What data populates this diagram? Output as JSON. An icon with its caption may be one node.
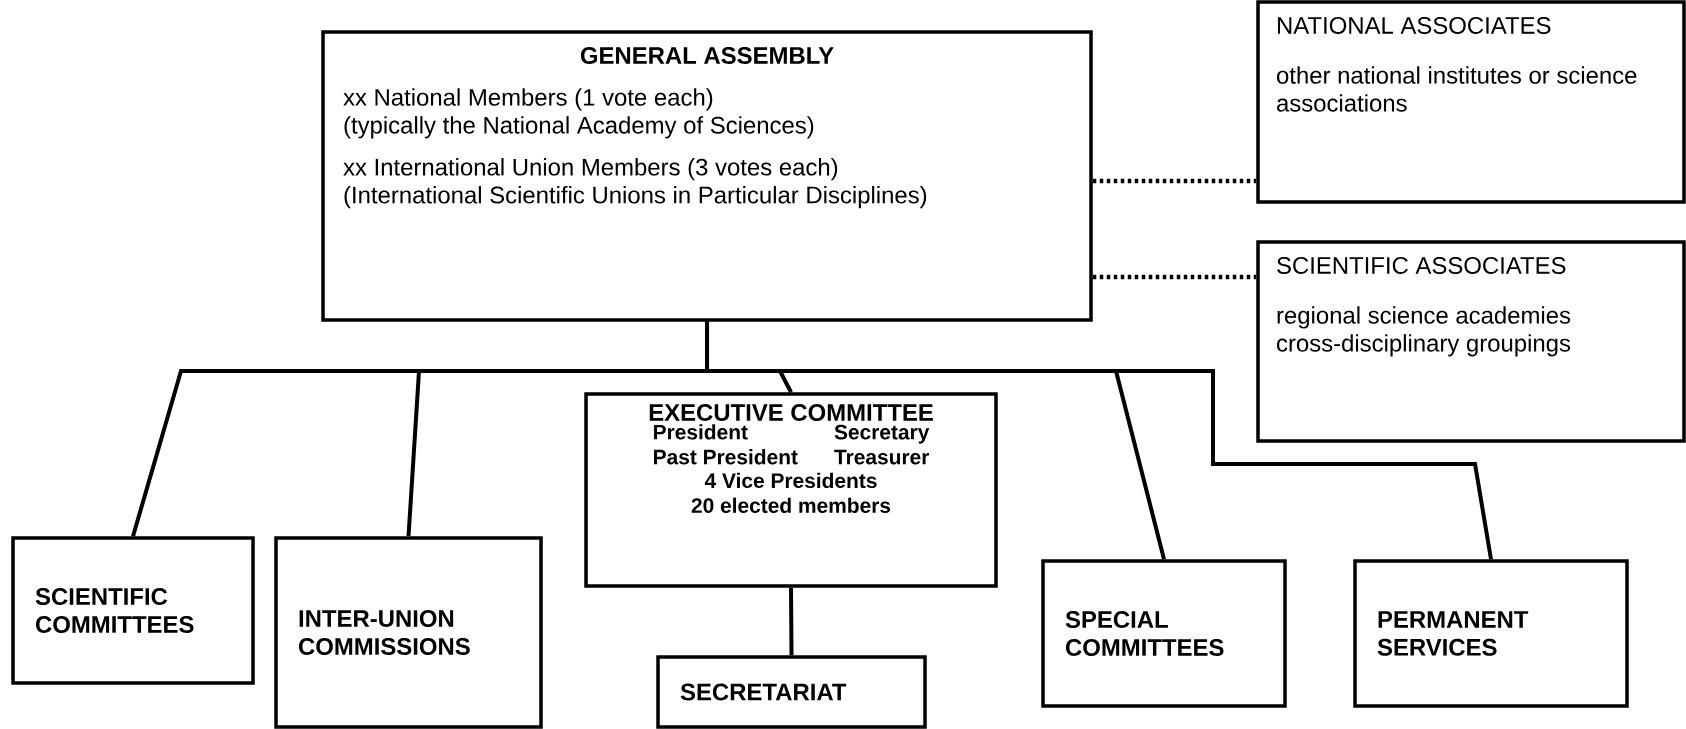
{
  "diagram": {
    "nodes": [
      {
        "text": [
          "GENERAL ASSEMBLY",
          "xx National Members (1 vote each)",
          "(typically the National Academy of Sciences)",
          "xx International Union Members (3 votes each)",
          "(International Scientific Unions in Particular Disciplines)"
        ]
      },
      {
        "text": [
          "NATIONAL ASSOCIATES",
          "other national institutes or science associations"
        ]
      },
      {
        "text": [
          "SCIENTIFIC ASSOCIATES",
          "regional science academies",
          "cross-disciplinary groupings"
        ]
      },
      {
        "text": [
          "EXECUTIVE COMMITTEE",
          "President",
          "Secretary",
          "Past President",
          "Treasurer",
          "4 Vice Presidents",
          "20 elected members"
        ]
      },
      {
        "text": [
          "SCIENTIFIC COMMITTEES"
        ]
      },
      {
        "text": [
          "INTER-UNION COMMISSIONS"
        ]
      },
      {
        "text": [
          "SPECIAL COMMITTEES"
        ]
      },
      {
        "text": [
          "PERMANENT SERVICES"
        ]
      },
      {
        "text": [
          "SECRETARIAT"
        ]
      }
    ],
    "edges": [
      {
        "from": 0,
        "to": 1,
        "arrow": "none",
        "style": "dashed"
      },
      {
        "from": 0,
        "to": 2,
        "arrow": "none",
        "style": "dashed"
      },
      {
        "from": 0,
        "to": 4,
        "arrow": "none"
      },
      {
        "from": 0,
        "to": 5,
        "arrow": "none"
      },
      {
        "from": 0,
        "to": 3,
        "arrow": "none"
      },
      {
        "from": 0,
        "to": 6,
        "arrow": "none"
      },
      {
        "from": 0,
        "to": 7,
        "arrow": "none"
      },
      {
        "from": 3,
        "to": 8,
        "arrow": "none"
      }
    ]
  }
}
